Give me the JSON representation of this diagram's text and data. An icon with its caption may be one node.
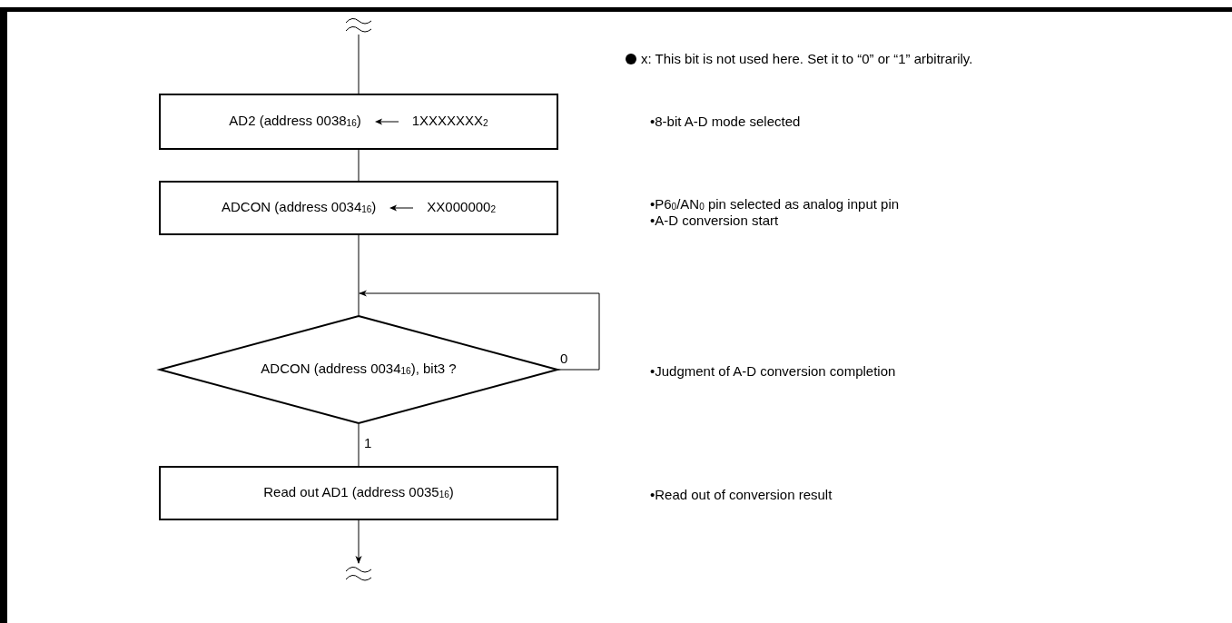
{
  "diagram": {
    "nodes": [
      {
        "text": [
          "AD2 (address 0038$_{16}$)",
          "1XXXXXXX$_{2}$"
        ]
      },
      {
        "text": [
          "ADCON (address 0034$_{16}$)",
          "XX000000$_{2}$"
        ]
      },
      {
        "text": [
          "ADCON (address 0034$_{16}$), bit3 ?"
        ]
      },
      {
        "text": [
          "Read out AD1 (address 0035$_{16}$)"
        ]
      }
    ],
    "edges": [
      {
        "from": null,
        "to": 0,
        "arrow": "none"
      },
      {
        "from": 0,
        "to": 1,
        "arrow": "none"
      },
      {
        "from": 1,
        "to": 2,
        "arrow": "none"
      },
      {
        "from": 2,
        "to": 2,
        "arrow": "to",
        "label": "0"
      },
      {
        "from": 2,
        "to": 3,
        "arrow": "none",
        "label": "1"
      },
      {
        "from": 3,
        "to": null,
        "arrow": "to"
      }
    ],
    "labels": [
      "x: This bit is not used here. Set it to “0” or “1” arbitrarily.",
      "•8-bit A-D mode selected",
      "•P6$_{0}$/AN$_{0}$ pin selected as analog input pin",
      "•A-D conversion start",
      "•Judgment of A-D conversion completion",
      "•Read out of conversion result"
    ]
  }
}
